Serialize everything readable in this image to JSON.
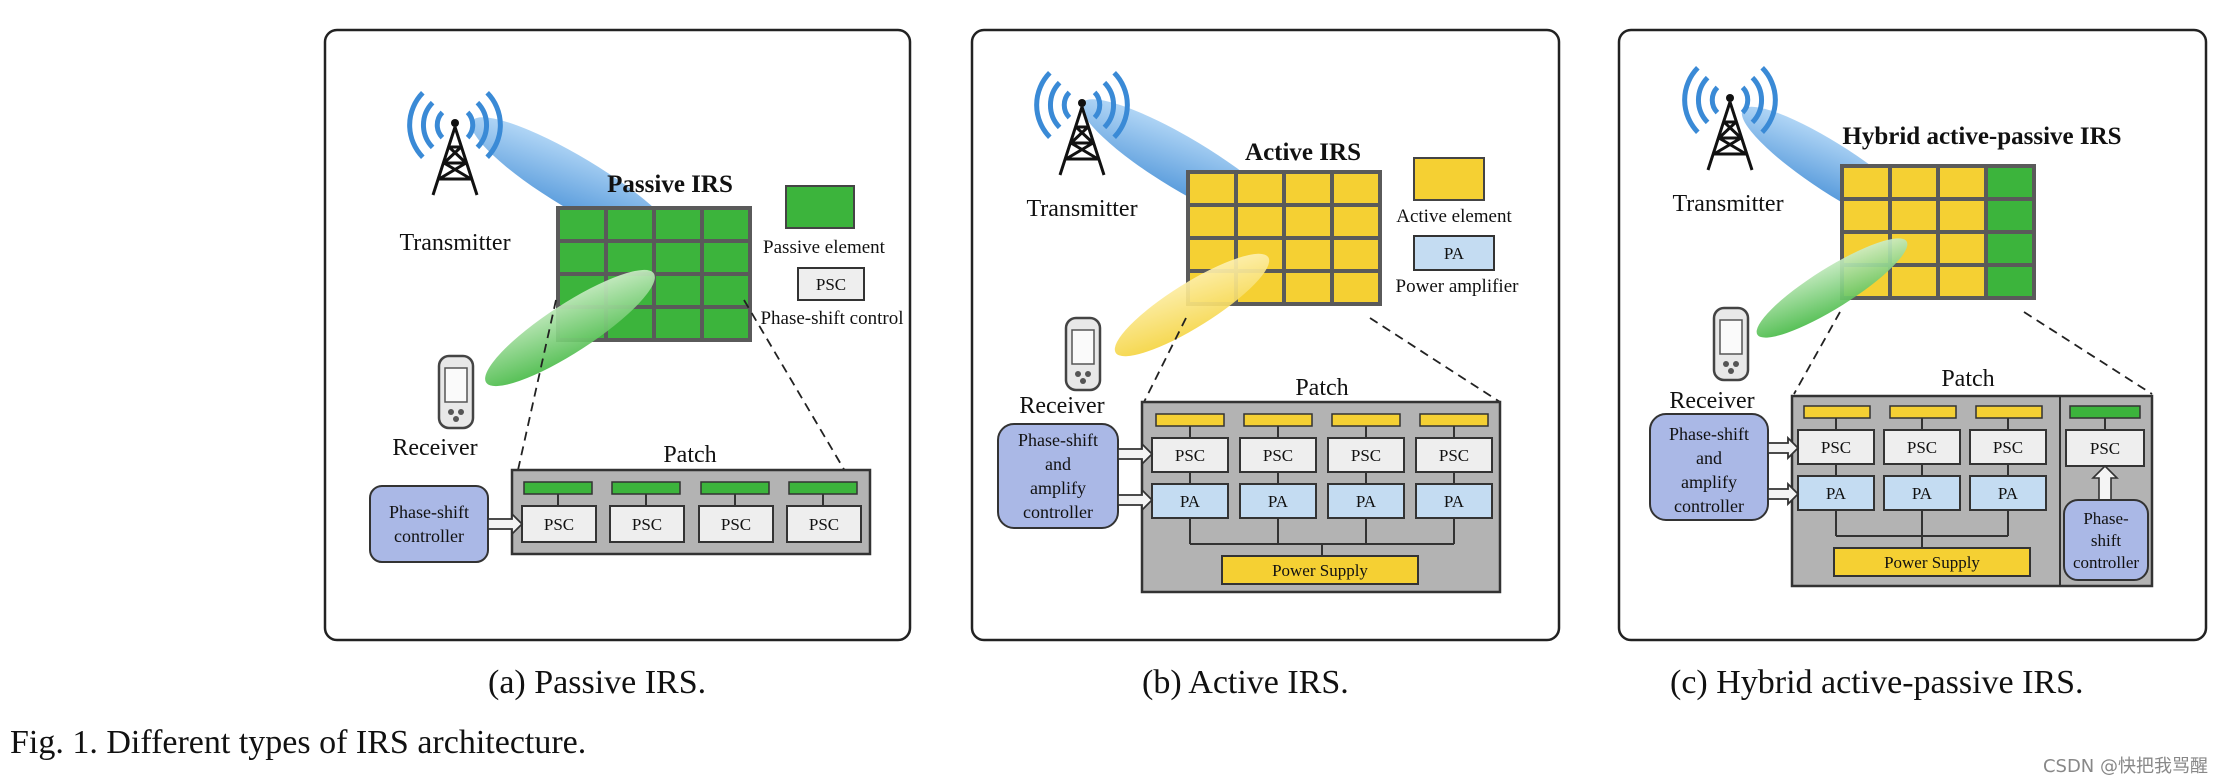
{
  "panels": [
    {
      "title": "Passive IRS",
      "transmitter": "Transmitter",
      "receiver": "Receiver",
      "patch_label": "Patch",
      "legend": [
        "Passive element",
        "PSC",
        "Phase-shift control"
      ],
      "controller": [
        "Phase-shift",
        "controller"
      ],
      "psc": [
        "PSC",
        "PSC",
        "PSC",
        "PSC"
      ],
      "caption": "(a)  Passive IRS."
    },
    {
      "title": "Active IRS",
      "transmitter": "Transmitter",
      "receiver": "Receiver",
      "patch_label": "Patch",
      "legend": [
        "Active element",
        "PA",
        "Power amplifier"
      ],
      "controller": [
        "Phase-shift",
        "and",
        "amplify",
        "controller"
      ],
      "psc": [
        "PSC",
        "PSC",
        "PSC",
        "PSC"
      ],
      "pa": [
        "PA",
        "PA",
        "PA",
        "PA"
      ],
      "power_supply": "Power Supply",
      "caption": "(b)  Active IRS."
    },
    {
      "title": "Hybrid active-passive IRS",
      "transmitter": "Transmitter",
      "receiver": "Receiver",
      "patch_label": "Patch",
      "controller": [
        "Phase-shift",
        "and",
        "amplify",
        "controller"
      ],
      "psc": [
        "PSC",
        "PSC",
        "PSC",
        "PSC"
      ],
      "pa": [
        "PA",
        "PA",
        "PA"
      ],
      "power_supply": "Power Supply",
      "passive_controller": [
        "Phase-",
        "shift",
        "controller"
      ],
      "caption": "(c)  Hybrid active-passive IRS."
    }
  ],
  "figure_caption": "Fig. 1.  Different types of IRS architecture.",
  "watermark": "CSDN @快把我骂醒",
  "colors": {
    "passive": "#3cb43c",
    "active": "#f5d033",
    "grid_frame": "#5a5a5a",
    "patch_bg": "#b3b3b3",
    "controller_bg": "#aab8e6",
    "pa_bg": "#c4dcf2",
    "psc_bg": "#eeeeee",
    "antenna_wave": "#3a8ad6"
  }
}
